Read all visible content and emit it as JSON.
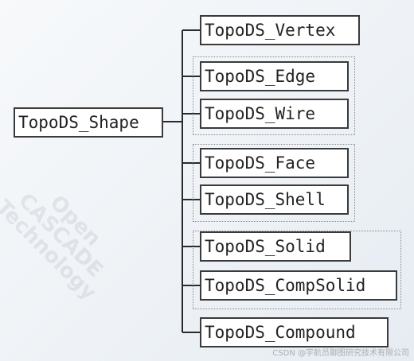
{
  "watermark": {
    "line1": "Open",
    "line2": "CASCADE",
    "line3": "Technology"
  },
  "root": {
    "label": "TopoDS_Shape"
  },
  "children": [
    {
      "label": "TopoDS_Vertex"
    },
    {
      "label": "TopoDS_Edge"
    },
    {
      "label": "TopoDS_Wire"
    },
    {
      "label": "TopoDS_Face"
    },
    {
      "label": "TopoDS_Shell"
    },
    {
      "label": "TopoDS_Solid"
    },
    {
      "label": "TopoDS_CompSolid"
    },
    {
      "label": "TopoDS_Compound"
    }
  ],
  "credit": "CSDN @宇航员聊图研究技术有限公司",
  "colors": {
    "box_border": "#3a3a3a",
    "line": "#2a2a2a",
    "group_border": "#8a8a8a"
  }
}
